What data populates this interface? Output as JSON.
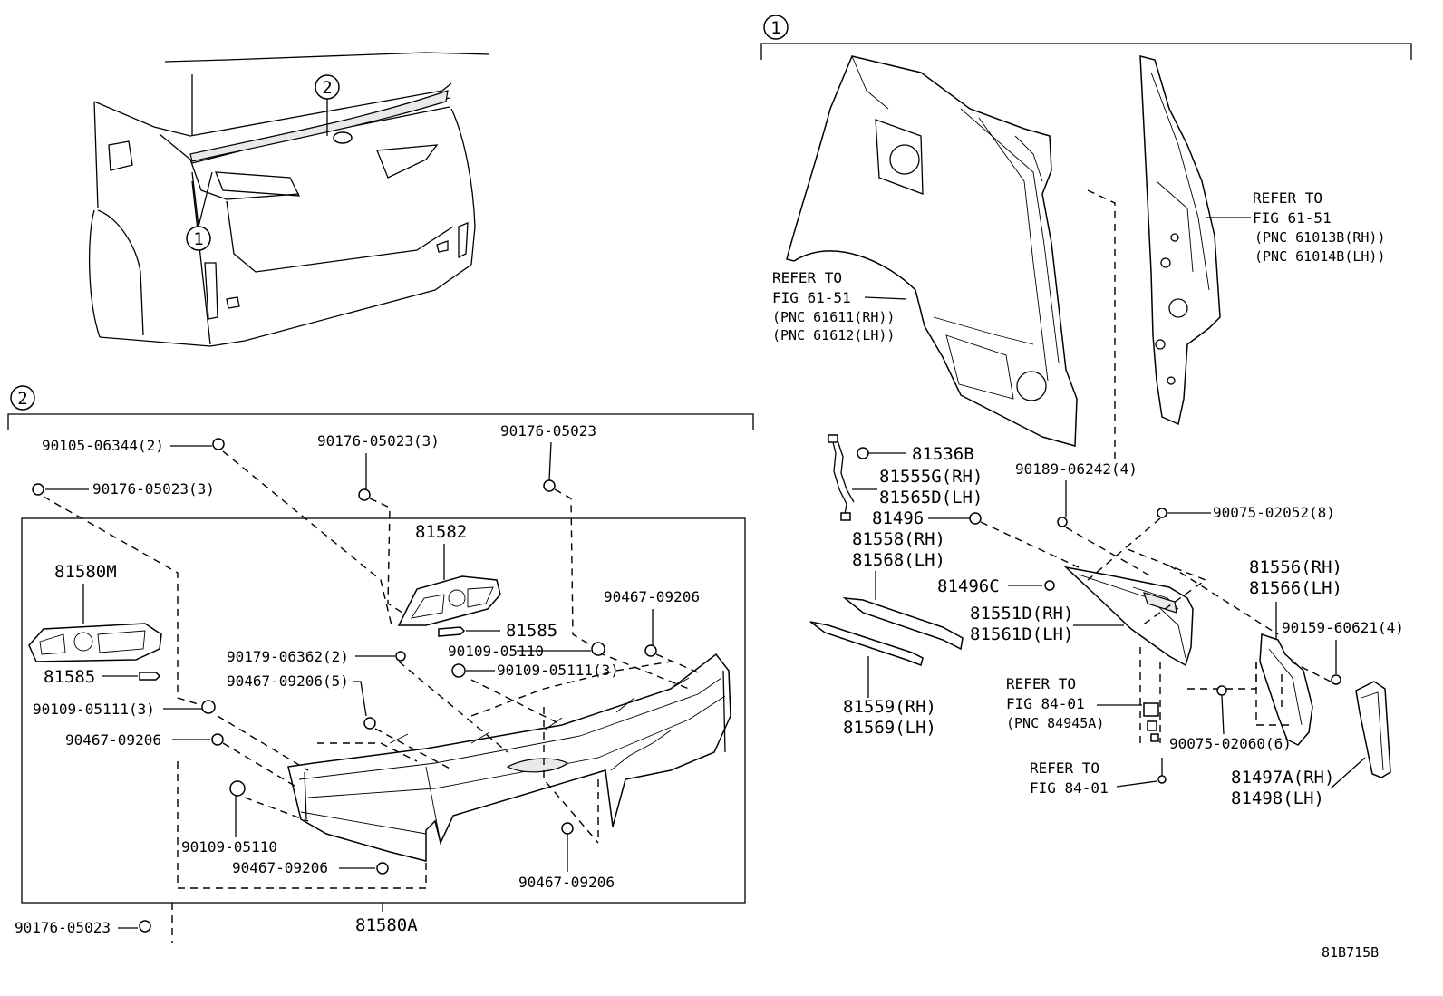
{
  "callouts": {
    "one": "1",
    "two": "2"
  },
  "figure_code": "81B715B",
  "section1": {
    "refer_fig_61_51_a": {
      "l1": "REFER TO",
      "l2": "FIG 61-51",
      "l3": "(PNC 61611(RH))",
      "l4": "(PNC 61612(LH))"
    },
    "refer_fig_61_51_b": {
      "l1": "REFER TO",
      "l2": "FIG 61-51",
      "l3": "(PNC 61013B(RH))",
      "l4": "(PNC 61014B(LH))"
    },
    "refer_fig_84_01_a": {
      "l1": "REFER TO",
      "l2": "FIG 84-01",
      "l3": "(PNC 84945A)"
    },
    "refer_fig_84_01_b": {
      "l1": "REFER TO",
      "l2": "FIG 84-01"
    },
    "parts": {
      "p81536B": "81536B",
      "p81555G": "81555G(RH)",
      "p81565D": "81565D(LH)",
      "p81496": "81496",
      "p81558": "81558(RH)",
      "p81568": "81568(LH)",
      "p81496C": "81496C",
      "p81551D": "81551D(RH)",
      "p81561D": "81561D(LH)",
      "p81559": "81559(RH)",
      "p81569": "81569(LH)",
      "p90189": "90189-06242(4)",
      "p90075_8": "90075-02052(8)",
      "p81556": "81556(RH)",
      "p81566": "81566(LH)",
      "p90159": "90159-60621(4)",
      "p90075_6": "90075-02060(6)",
      "p81497A": "81497A(RH)",
      "p81498": "81498(LH)"
    }
  },
  "section2": {
    "parts": {
      "p90105": "90105-06344(2)",
      "p90176_3a": "90176-05023(3)",
      "p90176_top": "90176-05023",
      "p90176_3b": "90176-05023(3)",
      "p81582": "81582",
      "p81580M": "81580M",
      "p81585a": "81585",
      "p81585b": "81585",
      "p90467_top": "90467-09206",
      "p90179": "90179-06362(2)",
      "p90109_05110a": "90109-05110",
      "p90109_05111a": "90109-05111(3)",
      "p90467_5": "90467-09206(5)",
      "p90109_05111b": "90109-05111(3)",
      "p90467_left": "90467-09206",
      "p90109_05110b": "90109-05110",
      "p90467_bottom": "90467-09206",
      "p90467_right": "90467-09206",
      "p90176_bottom": "90176-05023",
      "p81580A": "81580A"
    }
  }
}
